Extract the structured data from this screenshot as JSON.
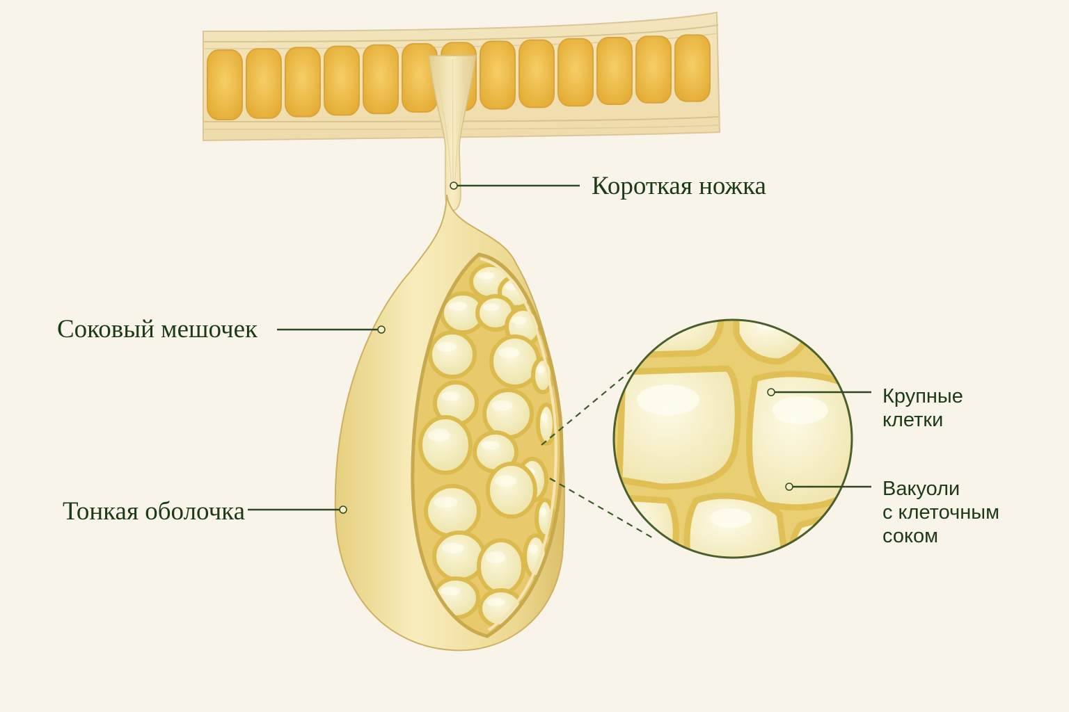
{
  "labels": {
    "stalk": "Короткая ножка",
    "juice_sac": "Соковый мешочек",
    "membrane": "Тонкая оболочка",
    "large_cells": [
      "Крупные",
      "клетки"
    ],
    "vacuoles": [
      "Вакуоли",
      "с клеточным",
      "соком"
    ]
  },
  "colors": {
    "background": "#f9f4ea",
    "label_text": "#1d3a16",
    "leader_line": "#2f4a22",
    "cell_fill": "#f4eec4",
    "cell_wall": "#e3c25a",
    "segment_cell": "#eebc48",
    "sac_skin": "#eedb92"
  }
}
